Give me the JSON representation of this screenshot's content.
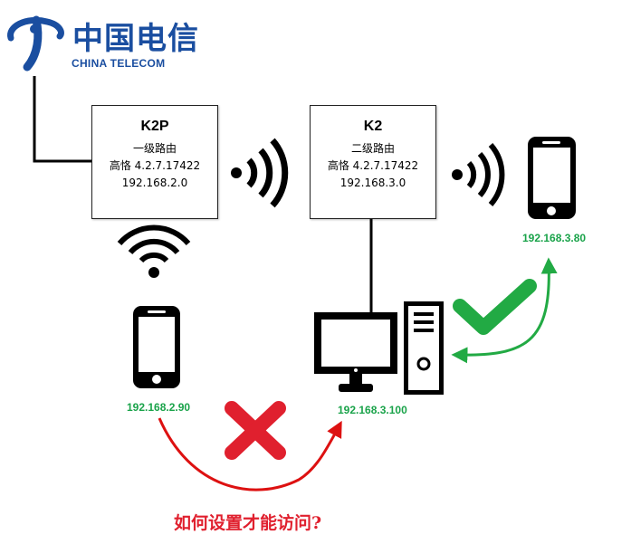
{
  "logo": {
    "chinese": "中国电信",
    "english": "CHINA TELECOM",
    "color": "#1a4ea0"
  },
  "router1": {
    "name": "K2P",
    "role": "一级路由",
    "firmware": "高恪 4.2.7.17422",
    "ip": "192.168.2.0"
  },
  "router2": {
    "name": "K2",
    "role": "二级路由",
    "firmware": "高恪 4.2.7.17422",
    "ip": "192.168.3.0"
  },
  "devices": {
    "phone_router2_ip": "192.168.3.80",
    "phone_router1_ip": "192.168.2.90",
    "pc_ip": "192.168.3.100"
  },
  "question": "如何设置才能访问?",
  "colors": {
    "ip_green": "#1aa34a",
    "check_green": "#22aa44",
    "cross_red": "#e0202e",
    "question_red": "#e0202e",
    "arrow_red": "#dd1111"
  },
  "icons": [
    "telecom-logo-icon",
    "wifi-signal-icon",
    "smartphone-icon",
    "desktop-monitor-icon",
    "pc-tower-icon",
    "check-mark-icon",
    "cross-mark-icon"
  ]
}
